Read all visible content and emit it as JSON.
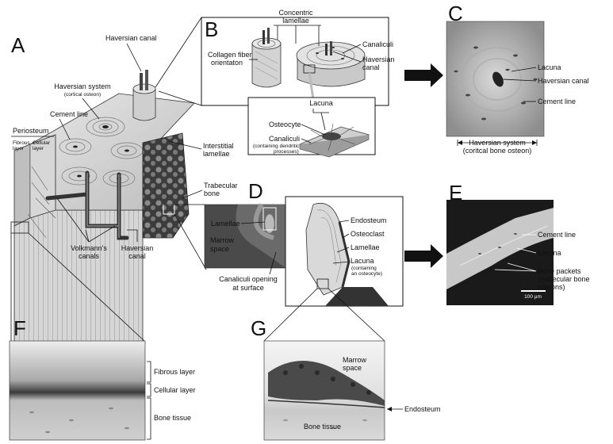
{
  "figure": {
    "panel_letters": [
      "A",
      "B",
      "C",
      "D",
      "E",
      "F",
      "G"
    ],
    "panel_a": {
      "haversian_canal": "Haversian canal",
      "haversian_system": "Haversian system",
      "haversian_system_sub": "(cortical osteon)",
      "cement_line": "Cement line",
      "periosteum": "Periosteum",
      "fibrous_layer_l1": "Fibrous",
      "fibrous_layer_l2": "layer",
      "cellular_layer_l1": "Cellular",
      "cellular_layer_l2": "layer",
      "interstitial_l1": "Interstitial",
      "interstitial_l2": "lamellae",
      "trabecular_l1": "Trabecular",
      "trabecular_l2": "bone",
      "volkmanns_l1": "Volkmann's",
      "volkmanns_l2": "canals",
      "haversian_canal_bottom_l1": "Haversian",
      "haversian_canal_bottom_l2": "canal"
    },
    "panel_b": {
      "concentric_l1": "Concentric",
      "concentric_l2": "lamellae",
      "collagen_l1": "Collagen fiber",
      "collagen_l2": "orientaton",
      "canaliculi": "Canaliculi",
      "haversian_l1": "Haversian",
      "haversian_l2": "canal",
      "lacuna": "Lacuna",
      "osteocyte": "Osteocyte",
      "canaliculi_inset": "Canaliculi",
      "canaliculi_sub_l1": "(containing dendritic",
      "canaliculi_sub_l2": "processes)"
    },
    "panel_c": {
      "lacuna": "Lacuna",
      "haversian_canal": "Haversian canal",
      "cement_line": "Cement line",
      "haversian_system": "Haversian system",
      "haversian_system_sub": "(coritcal bone osteon)"
    },
    "panel_d": {
      "lamellae": "Lamellae",
      "marrow_l1": "Marrow",
      "marrow_l2": "space",
      "canaliculi_opening_l1": "Canaliculi opening",
      "canaliculi_opening_l2": "at surface",
      "endosteum": "Endosteum",
      "osteoclast": "Osteoclast",
      "lamellae_right": "Lamellae",
      "lacuna": "Lacuna",
      "lacuna_sub_l1": "(containing",
      "lacuna_sub_l2": "an osteocyte)"
    },
    "panel_e": {
      "cement_line": "Cement line",
      "lacuna": "Lacuna",
      "bone_packets_l1": "Bone packets",
      "bone_packets_l2": "(trabecular bone",
      "bone_packets_l3": "osteons)",
      "scale_bar": "100 μm"
    },
    "panel_f": {
      "fibrous_layer": "Fibrous layer",
      "cellular_layer": "Cellular layer",
      "bone_tissue": "Bone tissue"
    },
    "panel_g": {
      "marrow_l1": "Marrow",
      "marrow_l2": "space",
      "endosteum": "Endosteum",
      "bone_tissue": "Bone tissue"
    }
  }
}
